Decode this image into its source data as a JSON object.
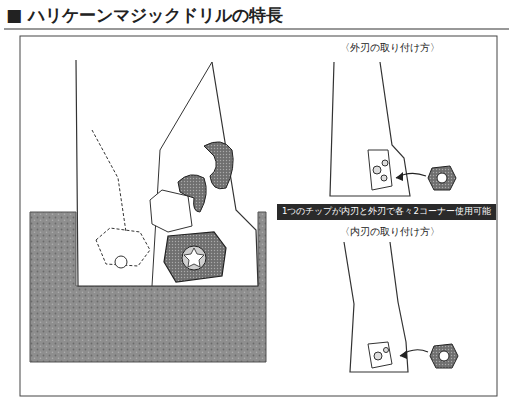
{
  "diagram": {
    "title": "■ ハリケーンマジックドリルの特長",
    "nodes": [
      {
        "text": [
          "1つのチップが内刃と外刃で各々2コーナー使用可能"
        ]
      }
    ],
    "labels": [
      "〈外刃の取り付け方〉",
      "〈内刃の取り付け方〉"
    ]
  }
}
